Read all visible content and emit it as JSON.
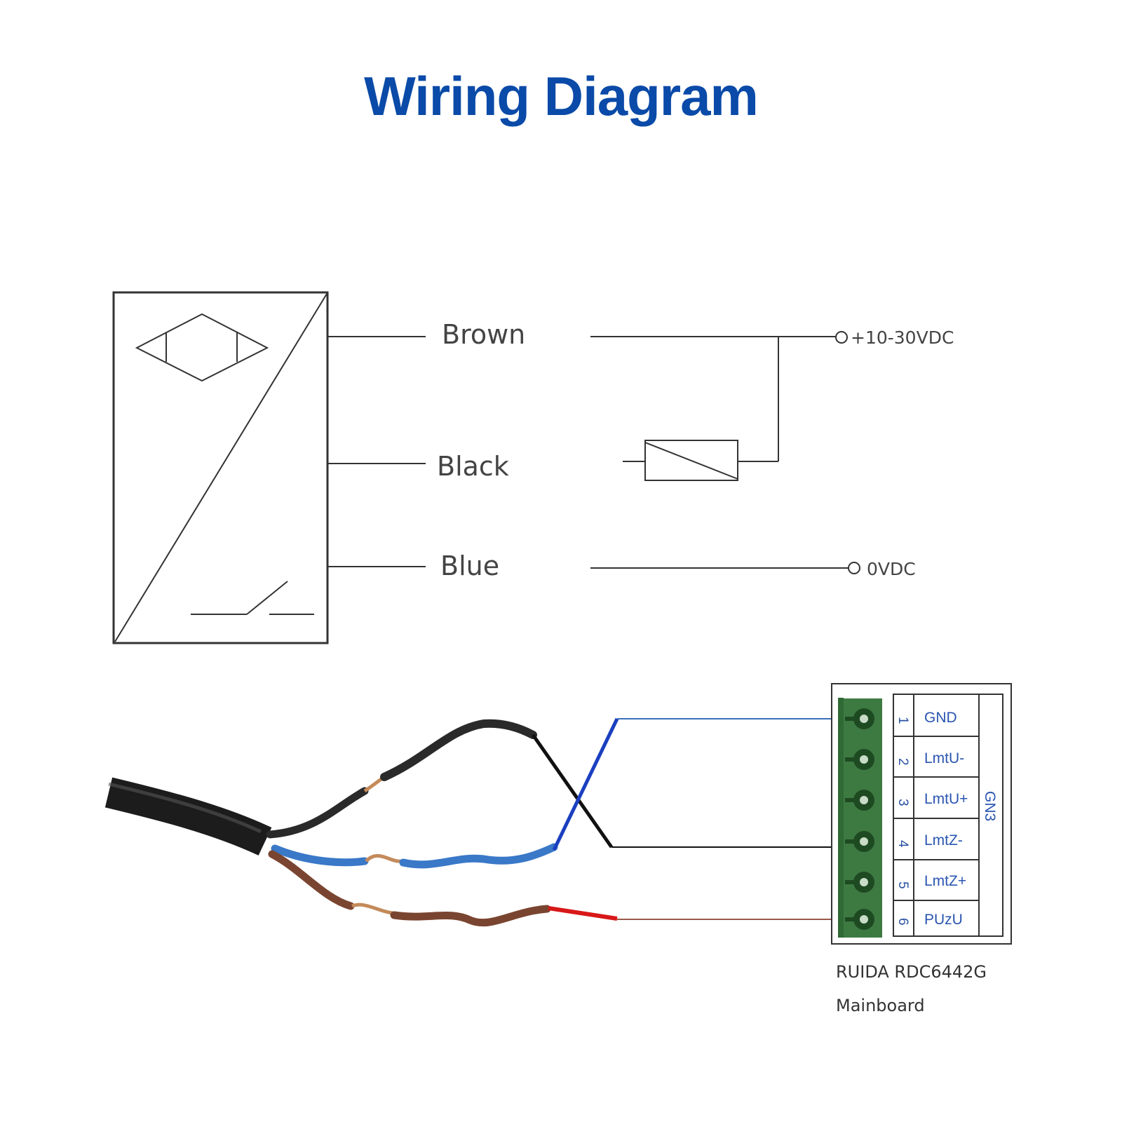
{
  "title": "Wiring Diagram",
  "schematic": {
    "wire_labels": [
      "Brown",
      "Black",
      "Blue"
    ],
    "supply_positive": "+10-30VDC",
    "supply_negative": "0VDC"
  },
  "connector": {
    "name": "GN3",
    "pins": [
      {
        "num": "1",
        "name": "GND"
      },
      {
        "num": "2",
        "name": "LmtU-"
      },
      {
        "num": "3",
        "name": "LmtU+"
      },
      {
        "num": "4",
        "name": "LmtZ-"
      },
      {
        "num": "5",
        "name": "LmtZ+"
      },
      {
        "num": "6",
        "name": "PUzU"
      }
    ]
  },
  "board": {
    "line1": "RUIDA RDC6442G",
    "line2": "Mainboard"
  },
  "colors": {
    "title": "#0a4aa8",
    "brown_wire": "#7a4530",
    "blue_wire": "#1a3fbf",
    "black_wire": "#111111",
    "red_wire": "#d81818",
    "terminal_green": "#2f6a35"
  }
}
